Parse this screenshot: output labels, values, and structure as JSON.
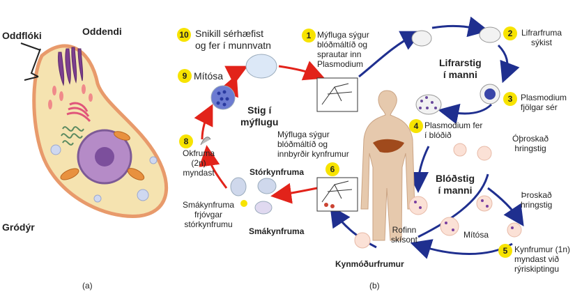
{
  "panel_a": {
    "flagellum_label": "Oddflóki",
    "apical_label": "Oddendi",
    "bottom_label": "Gródýr",
    "caption": "(a)"
  },
  "panel_b": {
    "caption": "(b)",
    "steps": [
      {
        "n": "1",
        "text": [
          "Mýfluga sýgur",
          "blóðmáltíð og",
          "sprautar inn",
          "Plasmodium"
        ]
      },
      {
        "n": "2",
        "text": [
          "Lifrarfruma",
          "sýkist"
        ]
      },
      {
        "n": "3",
        "text": [
          "Plasmodium",
          "fjölgar sér"
        ]
      },
      {
        "n": "4",
        "text": [
          "Plasmodium fer",
          "í blóðið"
        ]
      },
      {
        "n": "5",
        "text": [
          "Kynfrumur (1n)",
          "myndast við",
          "rýriskiptingu"
        ]
      },
      {
        "n": "6",
        "text": []
      },
      {
        "n": "8",
        "text": [
          "Okfruma",
          "(2n)",
          "myndast"
        ]
      },
      {
        "n": "9",
        "text": [
          "Mítósa"
        ]
      },
      {
        "n": "10",
        "text": [
          "Snikill sérhæfist",
          "og fer í munnvatn"
        ]
      }
    ],
    "mosquito_stage": [
      "Stig í",
      "mýflugu"
    ],
    "liver_stage": [
      "Lifrarstig",
      "í manni"
    ],
    "blood_stage": [
      "Blóðstig",
      "í manni"
    ],
    "mosquito_feeds": [
      "Mýfluga sýgur",
      "blóðmáltíð og",
      "innbyrðir kynfrumur"
    ],
    "macrogamete": "Stórkynfruma",
    "microgamete": "Smákynfruma",
    "fertilizes": [
      "Smákynfruma",
      "frjóvgar",
      "stórkynfrumu"
    ],
    "immature_ring": [
      "Óþroskað",
      "hringstig"
    ],
    "mature_ring": [
      "Þroskað",
      "hringstig"
    ],
    "schizont": [
      "Rofinn",
      "skísont"
    ],
    "mitosis": "Mítósa",
    "gametocytes": "Kynmóðurfrumur"
  },
  "colors": {
    "badge": "#f7e300",
    "arrow_blue": "#1f2f8f",
    "arrow_red": "#e2231a",
    "cell_fill": "#f5e3b0",
    "cell_outline": "#e89a6b",
    "body": "#e6c9ad"
  }
}
